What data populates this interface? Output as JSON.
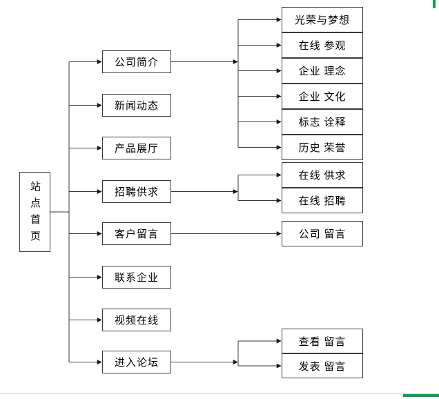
{
  "diagram": {
    "title": "",
    "root": {
      "label": "站点首页"
    },
    "level1": [
      {
        "label": "公司简介"
      },
      {
        "label": "新闻动态"
      },
      {
        "label": "产品展厅"
      },
      {
        "label": "招聘供求"
      },
      {
        "label": "客户留言"
      },
      {
        "label": "联系企业"
      },
      {
        "label": "视频在线"
      },
      {
        "label": "进入论坛"
      }
    ],
    "level2": [
      {
        "label": "光荣与梦想",
        "parent": "公司简介"
      },
      {
        "label": "在线 参观",
        "parent": "公司简介"
      },
      {
        "label": "企业 理念",
        "parent": "公司简介"
      },
      {
        "label": "企业 文化",
        "parent": "公司简介"
      },
      {
        "label": "标志 诠释",
        "parent": "公司简介"
      },
      {
        "label": "历史 荣誉",
        "parent": "公司简介"
      },
      {
        "label": "在线 供求",
        "parent": "招聘供求"
      },
      {
        "label": "在线 招聘",
        "parent": "招聘供求"
      },
      {
        "label": "公司 留言",
        "parent": "客户留言"
      },
      {
        "label": "查看 留言",
        "parent": "进入论坛"
      },
      {
        "label": "发表 留言",
        "parent": "进入论坛"
      }
    ]
  },
  "colors": {
    "line": "#3a3a3a",
    "border": "#3a3a3a",
    "text": "#000000",
    "background": "#ffffff",
    "edge_marker_green": "#00a651",
    "bottom_rule_gray": "#c9c9c9"
  }
}
